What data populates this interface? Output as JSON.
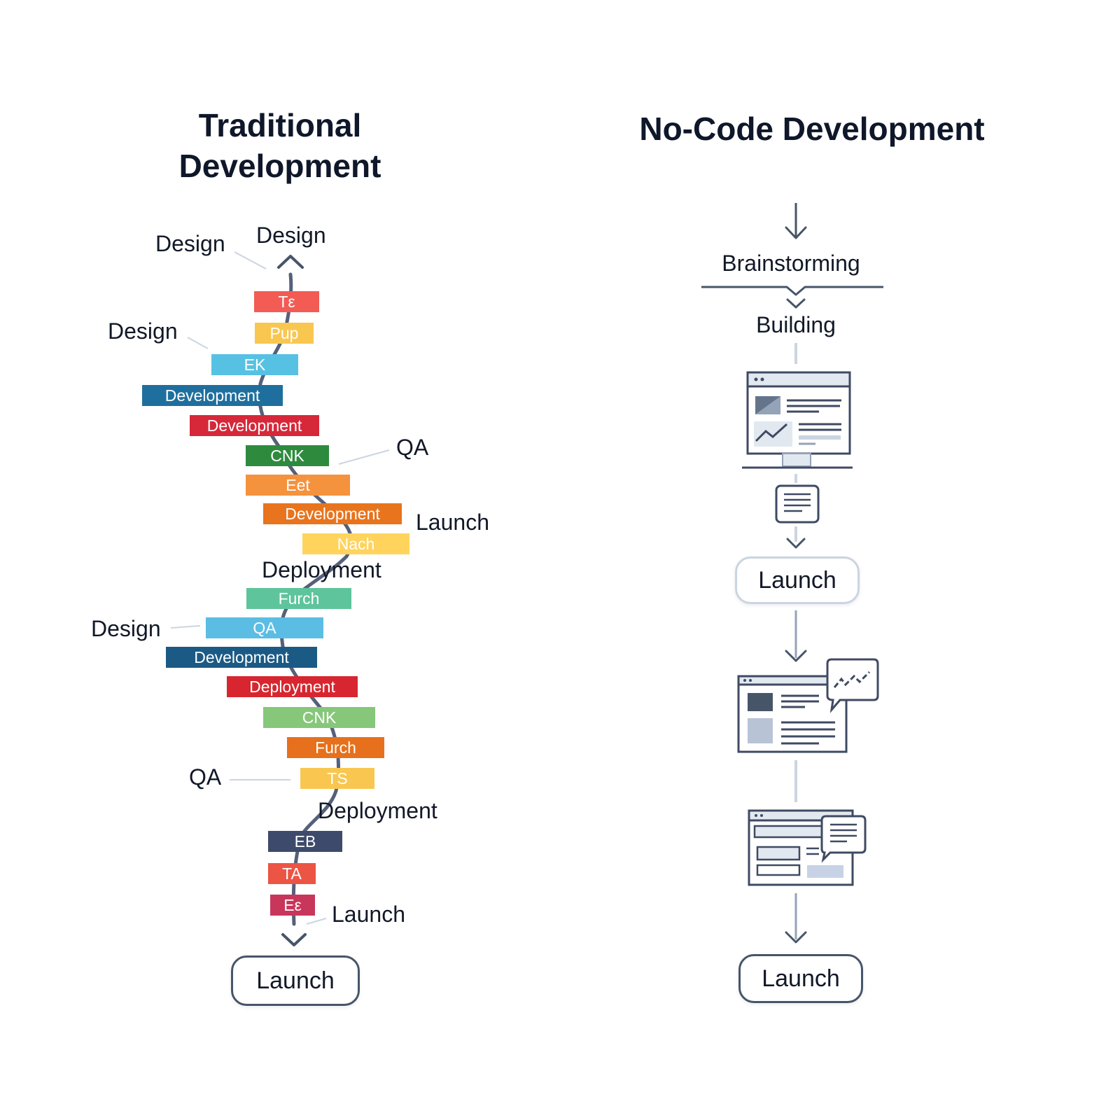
{
  "colors": {
    "ink": "#111827",
    "line": "#475569",
    "connector": "#cbd5e1",
    "ui_fill": "#cbd5e1",
    "ui_dark": "#64748b"
  },
  "traditional": {
    "title_line1": "Traditional",
    "title_line2": "Development",
    "labels": [
      "Design",
      "Design",
      "Design",
      "QA",
      "Launch",
      "Deployment",
      "Design",
      "QA",
      "Deployment",
      "Launch"
    ],
    "bars": [
      {
        "text": "Tε",
        "color": "#f25c54"
      },
      {
        "text": "Pup",
        "color": "#f9c74f"
      },
      {
        "text": "EK",
        "color": "#56c1e3"
      },
      {
        "text": "Development",
        "color": "#1f6f9e"
      },
      {
        "text": "Development",
        "color": "#d62839"
      },
      {
        "text": "CNK",
        "color": "#2e8b3e"
      },
      {
        "text": "Eet",
        "color": "#f5923e"
      },
      {
        "text": "Development",
        "color": "#e8741d"
      },
      {
        "text": "Nach",
        "color": "#ffd35c"
      },
      {
        "text": "Furch",
        "color": "#5ec49c"
      },
      {
        "text": "QA",
        "color": "#5bbde3"
      },
      {
        "text": "Development",
        "color": "#1b5a85"
      },
      {
        "text": "Deployment",
        "color": "#d7262f"
      },
      {
        "text": "CNK",
        "color": "#86c77a"
      },
      {
        "text": "Furch",
        "color": "#e6701b"
      },
      {
        "text": "TS",
        "color": "#f9c74f"
      },
      {
        "text": "EB",
        "color": "#3d4a6b"
      },
      {
        "text": "TA",
        "color": "#ec5444"
      },
      {
        "text": "Eε",
        "color": "#c8365c"
      }
    ],
    "end_button": "Launch"
  },
  "nocode": {
    "title": "No-Code Development",
    "step1": "Brainstorming",
    "step2": "Building",
    "mid_button": "Launch",
    "end_button": "Launch"
  }
}
